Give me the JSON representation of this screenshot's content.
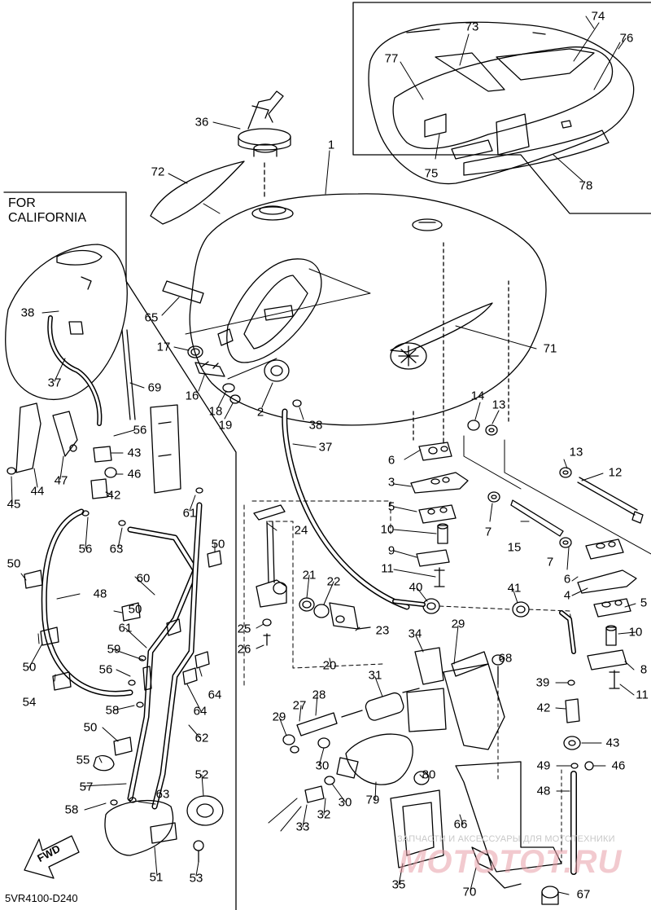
{
  "diagram": {
    "inset_title": {
      "line1": "FOR",
      "line2": "CALIFORNIA"
    },
    "drawing_code": "5VR4100-D240",
    "direction_arrow": "FWD",
    "watermark": {
      "line1": "ЗАПЧАСТИ И АКСЕССУАРЫ ДЛЯ МОТОТЕХНИКИ",
      "line2": "MOTOTOT.RU"
    },
    "callouts": [
      {
        "id": "c1",
        "text": "1"
      },
      {
        "id": "c2",
        "text": "2"
      },
      {
        "id": "c3",
        "text": "3"
      },
      {
        "id": "c4",
        "text": "4"
      },
      {
        "id": "c5a",
        "text": "5"
      },
      {
        "id": "c5b",
        "text": "5"
      },
      {
        "id": "c6a",
        "text": "6"
      },
      {
        "id": "c6b",
        "text": "6"
      },
      {
        "id": "c7a",
        "text": "7"
      },
      {
        "id": "c7b",
        "text": "7"
      },
      {
        "id": "c8",
        "text": "8"
      },
      {
        "id": "c9",
        "text": "9"
      },
      {
        "id": "c10a",
        "text": "10"
      },
      {
        "id": "c10b",
        "text": "10"
      },
      {
        "id": "c11a",
        "text": "11"
      },
      {
        "id": "c11b",
        "text": "11"
      },
      {
        "id": "c12",
        "text": "12"
      },
      {
        "id": "c13a",
        "text": "13"
      },
      {
        "id": "c13b",
        "text": "13"
      },
      {
        "id": "c14",
        "text": "14"
      },
      {
        "id": "c15",
        "text": "15"
      },
      {
        "id": "c16",
        "text": "16"
      },
      {
        "id": "c17",
        "text": "17"
      },
      {
        "id": "c18",
        "text": "18"
      },
      {
        "id": "c19",
        "text": "19"
      },
      {
        "id": "c20",
        "text": "20"
      },
      {
        "id": "c21",
        "text": "21"
      },
      {
        "id": "c22",
        "text": "22"
      },
      {
        "id": "c23",
        "text": "23"
      },
      {
        "id": "c24",
        "text": "24"
      },
      {
        "id": "c25",
        "text": "25"
      },
      {
        "id": "c26",
        "text": "26"
      },
      {
        "id": "c27",
        "text": "27"
      },
      {
        "id": "c28",
        "text": "28"
      },
      {
        "id": "c29a",
        "text": "29"
      },
      {
        "id": "c29b",
        "text": "29"
      },
      {
        "id": "c30a",
        "text": "30"
      },
      {
        "id": "c30b",
        "text": "30"
      },
      {
        "id": "c31",
        "text": "31"
      },
      {
        "id": "c32",
        "text": "32"
      },
      {
        "id": "c33",
        "text": "33"
      },
      {
        "id": "c34",
        "text": "34"
      },
      {
        "id": "c35",
        "text": "35"
      },
      {
        "id": "c36",
        "text": "36"
      },
      {
        "id": "c37a",
        "text": "37"
      },
      {
        "id": "c37b",
        "text": "37"
      },
      {
        "id": "c38a",
        "text": "38"
      },
      {
        "id": "c38b",
        "text": "38"
      },
      {
        "id": "c39",
        "text": "39"
      },
      {
        "id": "c40",
        "text": "40"
      },
      {
        "id": "c41",
        "text": "41"
      },
      {
        "id": "c42a",
        "text": "42"
      },
      {
        "id": "c42b",
        "text": "42"
      },
      {
        "id": "c43a",
        "text": "43"
      },
      {
        "id": "c43b",
        "text": "43"
      },
      {
        "id": "c44",
        "text": "44"
      },
      {
        "id": "c45",
        "text": "45"
      },
      {
        "id": "c46a",
        "text": "46"
      },
      {
        "id": "c46b",
        "text": "46"
      },
      {
        "id": "c47",
        "text": "47"
      },
      {
        "id": "c48a",
        "text": "48"
      },
      {
        "id": "c48b",
        "text": "48"
      },
      {
        "id": "c49",
        "text": "49"
      },
      {
        "id": "c50a",
        "text": "50"
      },
      {
        "id": "c50b",
        "text": "50"
      },
      {
        "id": "c50c",
        "text": "50"
      },
      {
        "id": "c50d",
        "text": "50"
      },
      {
        "id": "c50e",
        "text": "50"
      },
      {
        "id": "c51",
        "text": "51"
      },
      {
        "id": "c52",
        "text": "52"
      },
      {
        "id": "c53",
        "text": "53"
      },
      {
        "id": "c54",
        "text": "54"
      },
      {
        "id": "c55",
        "text": "55"
      },
      {
        "id": "c56a",
        "text": "56"
      },
      {
        "id": "c56b",
        "text": "56"
      },
      {
        "id": "c56c",
        "text": "56"
      },
      {
        "id": "c57",
        "text": "57"
      },
      {
        "id": "c58a",
        "text": "58"
      },
      {
        "id": "c58b",
        "text": "58"
      },
      {
        "id": "c59",
        "text": "59"
      },
      {
        "id": "c60",
        "text": "60"
      },
      {
        "id": "c61a",
        "text": "61"
      },
      {
        "id": "c61b",
        "text": "61"
      },
      {
        "id": "c62",
        "text": "62"
      },
      {
        "id": "c63a",
        "text": "63"
      },
      {
        "id": "c63b",
        "text": "63"
      },
      {
        "id": "c64a",
        "text": "64"
      },
      {
        "id": "c64b",
        "text": "64"
      },
      {
        "id": "c65",
        "text": "65"
      },
      {
        "id": "c66",
        "text": "66"
      },
      {
        "id": "c67",
        "text": "67"
      },
      {
        "id": "c68",
        "text": "68"
      },
      {
        "id": "c69",
        "text": "69"
      },
      {
        "id": "c70",
        "text": "70"
      },
      {
        "id": "c71",
        "text": "71"
      },
      {
        "id": "c72",
        "text": "72"
      },
      {
        "id": "c73",
        "text": "73"
      },
      {
        "id": "c74",
        "text": "74"
      },
      {
        "id": "c75",
        "text": "75"
      },
      {
        "id": "c76",
        "text": "76"
      },
      {
        "id": "c77",
        "text": "77"
      },
      {
        "id": "c78",
        "text": "78"
      },
      {
        "id": "c79",
        "text": "79"
      },
      {
        "id": "c80",
        "text": "80"
      }
    ]
  },
  "colors": {
    "line": "#000000",
    "watermark_red": "#e8a0a8",
    "watermark_gray": "#c8c8c8"
  }
}
